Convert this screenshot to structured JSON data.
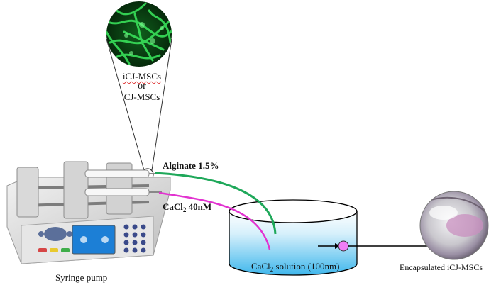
{
  "cells": {
    "line1": "iCJ-MSCs",
    "line2": "or",
    "line3": "CJ-MSCs"
  },
  "lines": {
    "alginate": "Alginate 1.5%",
    "cacl2_prefix": "CaCl",
    "cacl2_sub": "2",
    "cacl2_suffix": " 40nM"
  },
  "bath": {
    "prefix": "CaCl",
    "sub": "2",
    "suffix": " solution (100nm)"
  },
  "pump": {
    "label": "Syringe pump"
  },
  "product": {
    "label": "Encapsulated iCJ-MSCs"
  },
  "colors": {
    "alginate_tube": "#1fa85a",
    "cacl2_tube": "#e233d0",
    "bead": "#f07ef5",
    "cells": "#2fd24a",
    "bath_fill": "#5cc8f2"
  }
}
